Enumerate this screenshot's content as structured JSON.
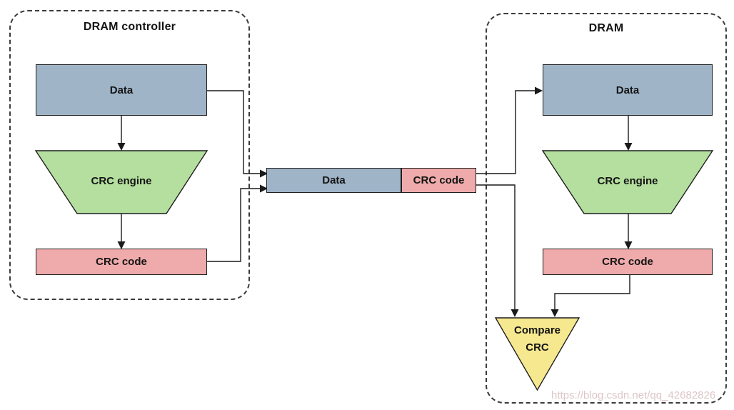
{
  "controller": {
    "title": "DRAM controller",
    "data_label": "Data",
    "engine_label": "CRC engine",
    "code_label": "CRC code"
  },
  "bus": {
    "data_label": "Data",
    "code_label": "CRC code"
  },
  "dram": {
    "title": "DRAM",
    "data_label": "Data",
    "engine_label": "CRC engine",
    "code_label": "CRC code",
    "compare_label_line1": "Compare",
    "compare_label_line2": "CRC"
  },
  "watermark": {
    "text": "https://blog.csdn.net/qq_42682826"
  },
  "colors": {
    "data_fill": "#9FB4C7",
    "engine_fill": "#B5DF9F",
    "code_fill": "#EFABAB",
    "compare_fill": "#F6E88F",
    "shape_outline": "#1f1f1f",
    "connector": "#1a1a1a",
    "dashed_border": "#3c3c3c"
  }
}
